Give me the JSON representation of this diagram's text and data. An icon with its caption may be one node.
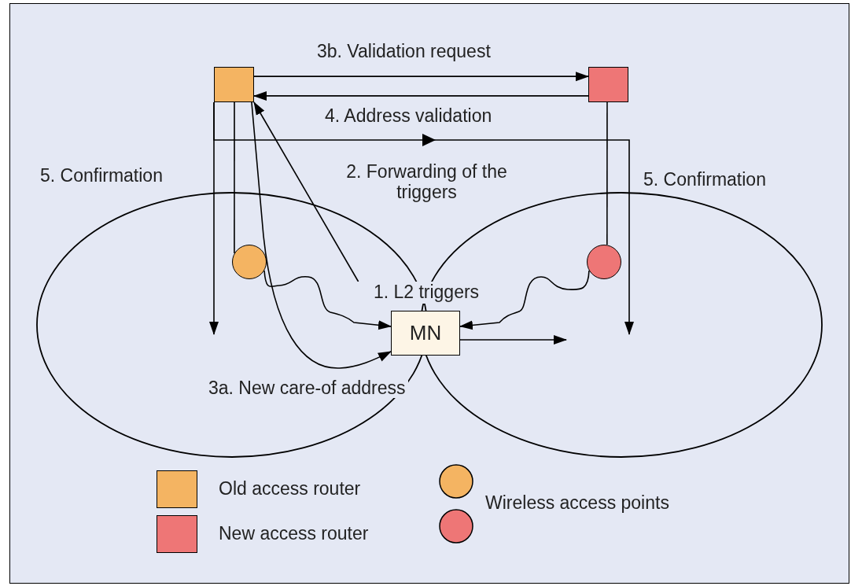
{
  "diagram": {
    "nodes": [
      {
        "text": [],
        "shape": "box"
      },
      {
        "text": [],
        "shape": "box"
      },
      {
        "text": [],
        "shape": "circle"
      },
      {
        "text": [],
        "shape": "circle"
      },
      {
        "text": [
          "MN"
        ]
      },
      {
        "text": [
          "1. L2 triggers"
        ]
      }
    ],
    "edges": [
      {
        "from": 0,
        "to": 1,
        "arrow": "to",
        "label": "3b. Validation request"
      },
      {
        "from": 1,
        "to": 0,
        "arrow": "to",
        "label": "4. Address validation"
      },
      {
        "from": 0,
        "to": null,
        "arrow": "to",
        "label": "5. Confirmation"
      },
      {
        "from": 0,
        "to": null,
        "arrow": "to",
        "label": "5. Confirmation"
      },
      {
        "from": 0,
        "to": 2,
        "arrow": "none"
      },
      {
        "from": 1,
        "to": 3,
        "arrow": "none"
      },
      {
        "from": 2,
        "to": 4,
        "arrow": "to"
      },
      {
        "from": 3,
        "to": 4,
        "arrow": "to"
      },
      {
        "from": 4,
        "to": null,
        "arrow": "to"
      },
      {
        "from": 5,
        "to": 0,
        "arrow": "to",
        "label": "2. Forwarding of the triggers"
      },
      {
        "from": 0,
        "to": 4,
        "arrow": "to",
        "label": "3a. New care-of address"
      }
    ],
    "legend": [
      {
        "text": "Old access router",
        "color": "#f4b462"
      },
      {
        "text": "New access router",
        "color": "#ee7676"
      },
      {
        "text": "Wireless access points"
      }
    ]
  }
}
